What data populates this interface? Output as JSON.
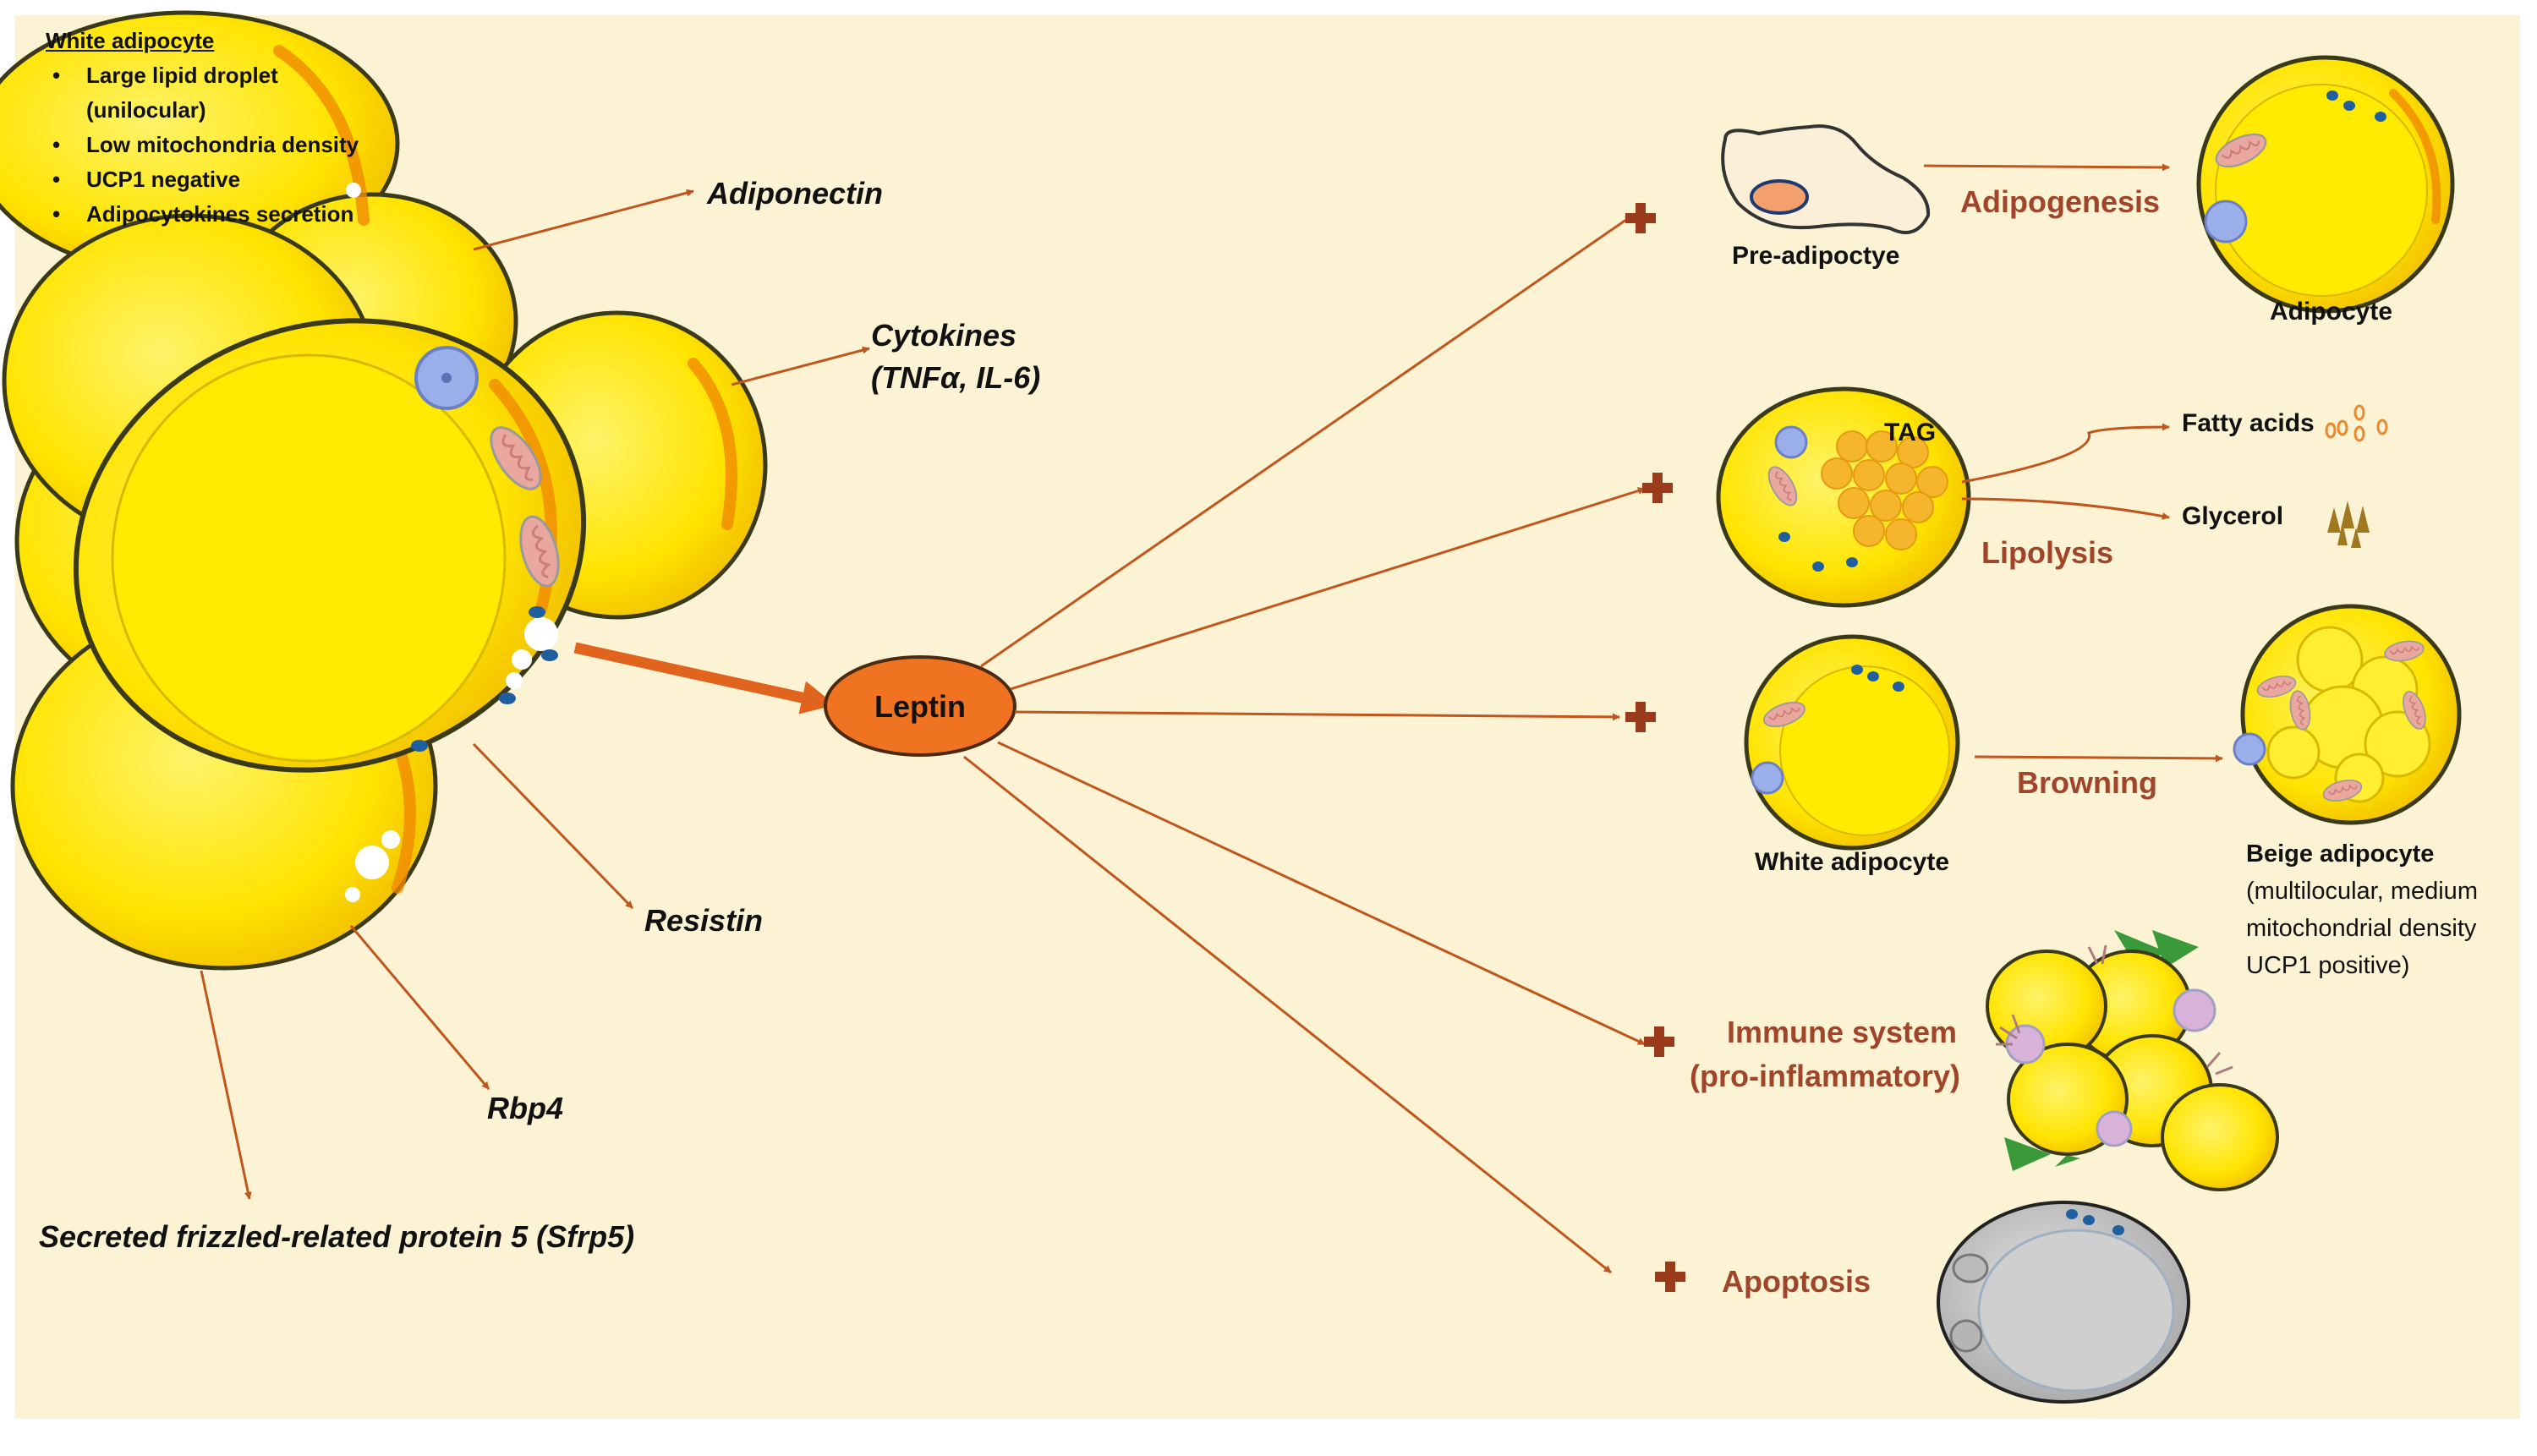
{
  "white_adipocyte_box": {
    "title": "White adipocyte",
    "properties": [
      "Large lipid droplet",
      "(unilocular)",
      "Low mitochondria density",
      "UCP1 negative",
      "Adipocytokines secretion"
    ]
  },
  "secreted_factors": {
    "adiponectin": "Adiponectin",
    "cytokines_line1": "Cytokines",
    "cytokines_line2": "(TNFα, IL-6)",
    "resistin": "Resistin",
    "rbp4": "Rbp4",
    "sfrp5": "Secreted frizzled-related protein 5 (Sfrp5)"
  },
  "center": {
    "label": "Leptin"
  },
  "effects": {
    "adipogenesis": {
      "source": "Pre-adipoctye",
      "process": "Adipogenesis",
      "target": "Adipocyte"
    },
    "lipolysis": {
      "droplet": "TAG",
      "process": "Lipolysis",
      "product1": "Fatty acids",
      "product2": "Glycerol"
    },
    "browning": {
      "source": "White adipocyte",
      "process": "Browning",
      "target_title": "Beige adipocyte",
      "target_desc": [
        "(multilocular, medium",
        "mitochondrial density",
        "UCP1 positive)"
      ]
    },
    "immune": {
      "line1": "Immune system",
      "line2": "(pro-inflammatory)"
    },
    "apoptosis": {
      "label": "Apoptosis"
    }
  },
  "colors": {
    "background": "#fcf3d4",
    "cell_yellow": "#ffe600",
    "cell_outline": "#3a3a1a",
    "leptin_fill": "#f07321",
    "arrow": "#c0561c",
    "plus": "#9a3c1c",
    "label_brown": "#a0452a",
    "mitochondria": "#e9a7a0",
    "nucleus": "#9aaeea"
  },
  "icons": [
    "plus-icon",
    "fatty-acid-icon",
    "glycerol-icon",
    "mitochondria-icon",
    "nucleus-icon"
  ]
}
